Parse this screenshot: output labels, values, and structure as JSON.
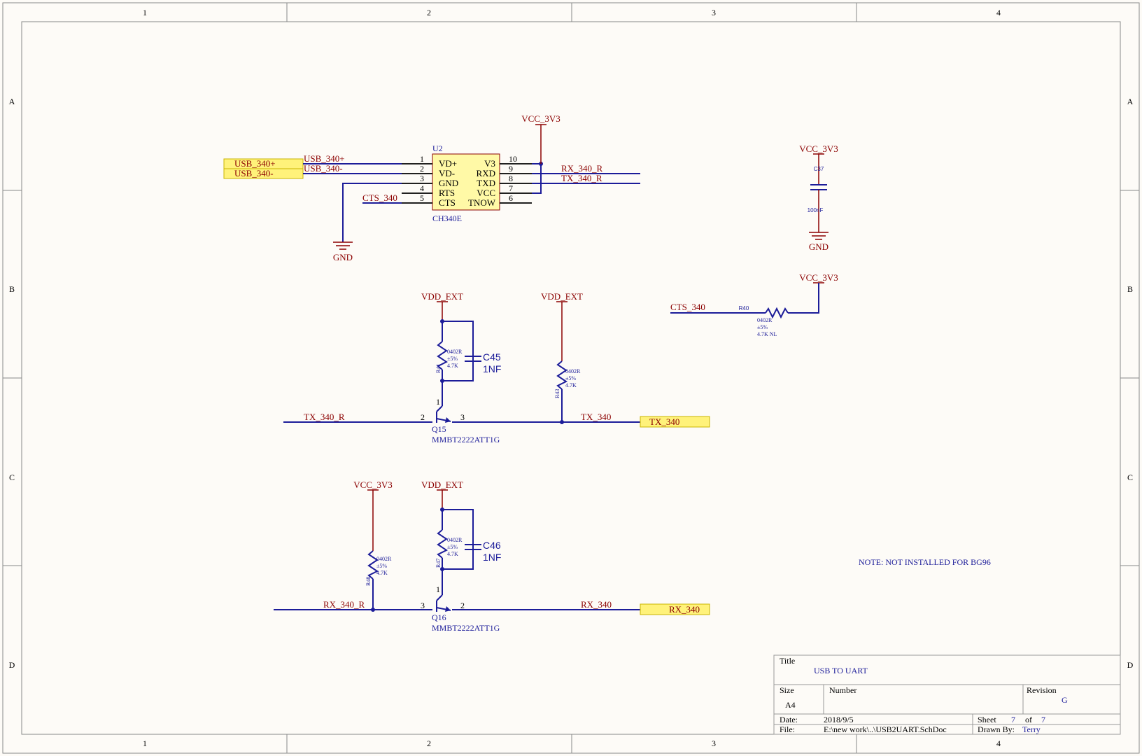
{
  "grid": {
    "columns": [
      "1",
      "2",
      "3",
      "4"
    ],
    "rows": [
      "A",
      "B",
      "C",
      "D"
    ]
  },
  "ports": {
    "usb_plus": "USB_340+",
    "usb_minus": "USB_340-",
    "tx": "TX_340",
    "rx": "RX_340"
  },
  "nets": {
    "vcc_3v3": "VCC_3V3",
    "gnd": "GND",
    "vdd_ext": "VDD_EXT",
    "usb_plus": "USB_340+",
    "usb_minus": "USB_340-",
    "cts_340": "CTS_340",
    "rx_340_r": "RX_340_R",
    "tx_340_r": "TX_340_R",
    "tx_340": "TX_340",
    "rx_340": "RX_340"
  },
  "u2": {
    "designator": "U2",
    "part": "CH340E",
    "left_pins": [
      {
        "num": "1",
        "name": "VD+"
      },
      {
        "num": "2",
        "name": "VD-"
      },
      {
        "num": "3",
        "name": "GND"
      },
      {
        "num": "4",
        "name": "RTS"
      },
      {
        "num": "5",
        "name": "CTS"
      }
    ],
    "right_pins": [
      {
        "num": "10",
        "name": "V3"
      },
      {
        "num": "9",
        "name": "RXD"
      },
      {
        "num": "8",
        "name": "TXD"
      },
      {
        "num": "7",
        "name": "VCC"
      },
      {
        "num": "6",
        "name": "TNOW"
      }
    ]
  },
  "c37": {
    "designator": "C37",
    "value": "100nF"
  },
  "r40": {
    "designator": "R40",
    "pkg": "0402R",
    "tol": "±5%",
    "value": "4.7K NL"
  },
  "r41": {
    "designator": "R41",
    "pkg": "0402R",
    "tol": "±5%",
    "value": "4.7K"
  },
  "r43": {
    "designator": "R43",
    "pkg": "0402R",
    "tol": "±5%",
    "value": "4.7K"
  },
  "r47": {
    "designator": "R47",
    "pkg": "0402R",
    "tol": "±5%",
    "value": "4.7K"
  },
  "r48": {
    "designator": "R48",
    "pkg": "0402R",
    "tol": "±5%",
    "value": "4.7K"
  },
  "c45": {
    "designator": "C45",
    "value": "1NF"
  },
  "c46": {
    "designator": "C46",
    "value": "1NF"
  },
  "q15": {
    "designator": "Q15",
    "part": "MMBT2222ATT1G",
    "pin_b": "2",
    "pin_e": "3",
    "pin_c": "1"
  },
  "q16": {
    "designator": "Q16",
    "part": "MMBT2222ATT1G",
    "pin_b": "3",
    "pin_e": "2",
    "pin_c": "1"
  },
  "note": "NOTE: NOT INSTALLED FOR BG96",
  "title_block": {
    "title_label": "Title",
    "title": "USB TO UART",
    "size_label": "Size",
    "size": "A4",
    "number_label": "Number",
    "revision_label": "Revision",
    "revision": "G",
    "date_label": "Date:",
    "date": "2018/9/5",
    "sheet_label": "Sheet",
    "sheet": "7",
    "of_label": "of",
    "sheet_total": "7",
    "file_label": "File:",
    "file": "E:\\new work\\..\\USB2UART.SchDoc",
    "drawn_label": "Drawn By:",
    "drawn": "Terry"
  },
  "colors": {
    "wire": "#1c1c99",
    "net_label": "#8b0000",
    "port_fill": "#fff27a",
    "ic_fill": "#fff9a6"
  }
}
